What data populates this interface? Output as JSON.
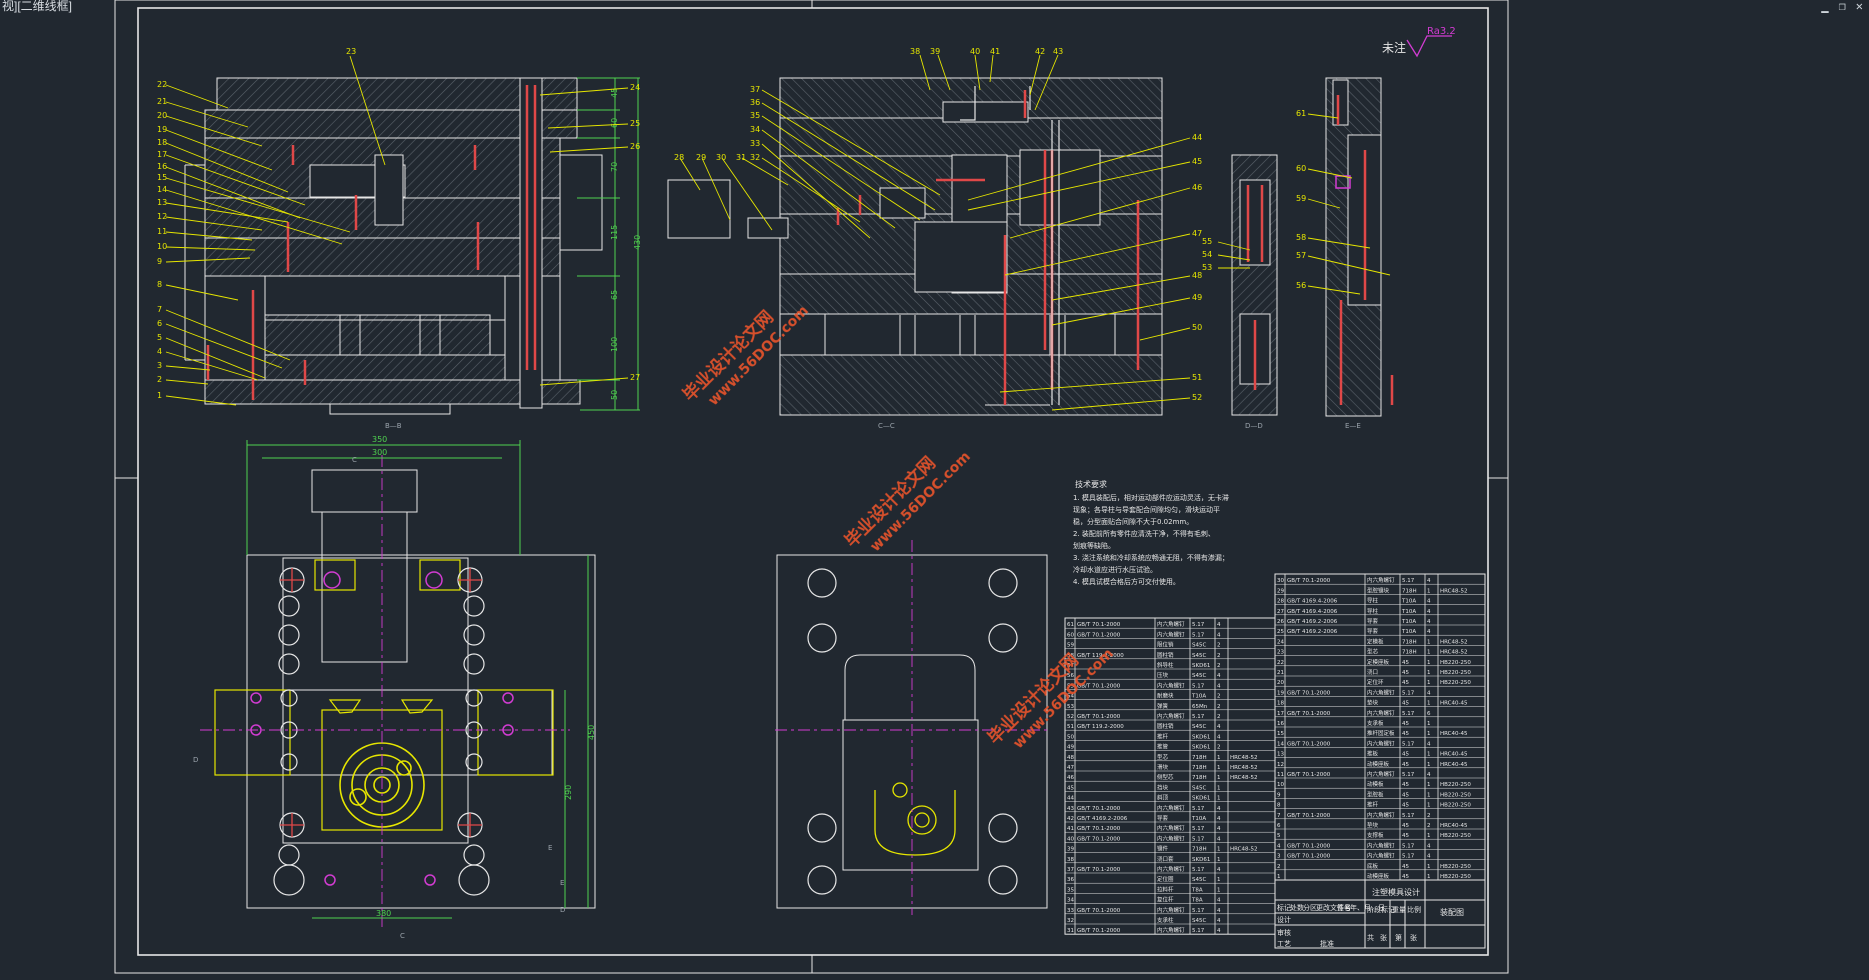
{
  "viewport": {
    "label": "视][二维线框]"
  },
  "window_controls": {
    "minimize": "▁",
    "restore": "❐",
    "close": "✕"
  },
  "colors": {
    "background": "#212830",
    "frame": "#e6e6e6",
    "leader": "#e6e600",
    "dimension": "#4fd24f",
    "centerline": "#d23cd2",
    "red_part": "#e04848",
    "cyan": "#39d0d8",
    "watermark": "#e8542c"
  },
  "roughness": {
    "label": "未注",
    "value": "Ra3.2"
  },
  "section_labels": {
    "b": "B—B",
    "c": "C—C",
    "d": "D—D",
    "e": "E—E"
  },
  "view1": {
    "left_callouts": [
      "22",
      "21",
      "20",
      "19",
      "18",
      "17",
      "16",
      "15",
      "14",
      "13",
      "12",
      "11",
      "10",
      "9",
      "8",
      "7",
      "6",
      "5",
      "4",
      "3",
      "2",
      "1"
    ],
    "top_callout": "23",
    "right_callouts": [
      "24",
      "25",
      "26",
      "27"
    ],
    "dims": [
      "45",
      "60",
      "70",
      "115",
      "430",
      "65",
      "100",
      "50"
    ]
  },
  "view2": {
    "top_callouts": [
      "38",
      "39",
      "40",
      "41",
      "42",
      "43"
    ],
    "left_callouts": [
      "37",
      "36",
      "35",
      "34",
      "33",
      "32",
      "31",
      "30",
      "29",
      "28"
    ],
    "right_callouts": [
      "44",
      "45",
      "46",
      "47",
      "48",
      "49",
      "50",
      "51",
      "52"
    ]
  },
  "view3": {
    "callouts": [
      "55",
      "54",
      "53"
    ]
  },
  "view4": {
    "callouts": [
      "61",
      "60",
      "59",
      "58",
      "57",
      "56"
    ]
  },
  "plan_view": {
    "dims": {
      "top1": "350",
      "top2": "300",
      "right1": "450",
      "right2": "290",
      "bottom": "380"
    },
    "section_marks": [
      "C",
      "C",
      "D",
      "D",
      "E",
      "E"
    ]
  },
  "technical_requirements": {
    "title": "技术要求",
    "lines": [
      "1. 模具装配后，相对运动部件应运动灵活，无卡滞",
      "现象；各导柱与导套配合间隙均匀，滑块运动平",
      "稳，分型面贴合间隙不大于0.02mm。",
      "2. 装配前所有零件应清洗干净，不得有毛刺、",
      "划痕等缺陷。",
      "3. 浇注系统和冷却系统应畅通无阻，不得有渗漏；",
      "冷却水道应进行水压试验。",
      "4. 模具试模合格后方可交付使用。"
    ]
  },
  "parts_table_left": {
    "rows": [
      [
        "61",
        "GB/T 70.1-2000",
        "内六角螺钉",
        "5.17",
        "4",
        ""
      ],
      [
        "60",
        "GB/T 70.1-2000",
        "内六角螺钉",
        "5.17",
        "4",
        ""
      ],
      [
        "59",
        "",
        "限位销",
        "S45C",
        "2",
        ""
      ],
      [
        "58",
        "GB/T 119.2-2000",
        "圆柱销",
        "S45C",
        "2",
        ""
      ],
      [
        "57",
        "",
        "斜导柱",
        "SKD61",
        "2",
        ""
      ],
      [
        "56",
        "",
        "压块",
        "S45C",
        "4",
        ""
      ],
      [
        "55",
        "GB/T 70.1-2000",
        "内六角螺钉",
        "5.17",
        "4",
        ""
      ],
      [
        "54",
        "",
        "耐磨块",
        "T10A",
        "2",
        ""
      ],
      [
        "53",
        "",
        "弹簧",
        "65Mn",
        "2",
        ""
      ],
      [
        "52",
        "GB/T 70.1-2000",
        "内六角螺钉",
        "5.17",
        "2",
        ""
      ],
      [
        "51",
        "GB/T 119.2-2000",
        "圆柱销",
        "S45C",
        "4",
        ""
      ],
      [
        "50",
        "",
        "推杆",
        "SKD61",
        "4",
        ""
      ],
      [
        "49",
        "",
        "推管",
        "SKD61",
        "2",
        ""
      ],
      [
        "48",
        "",
        "型芯",
        "718H",
        "1",
        "HRC48-52"
      ],
      [
        "47",
        "",
        "滑块",
        "718H",
        "1",
        "HRC48-52"
      ],
      [
        "46",
        "",
        "侧型芯",
        "718H",
        "1",
        "HRC48-52"
      ],
      [
        "45",
        "",
        "挡块",
        "S45C",
        "1",
        ""
      ],
      [
        "44",
        "",
        "斜顶",
        "SKD61",
        "1",
        ""
      ],
      [
        "43",
        "GB/T 70.1-2000",
        "内六角螺钉",
        "5.17",
        "4",
        ""
      ],
      [
        "42",
        "GB/T 4169.2-2006",
        "导套",
        "T10A",
        "4",
        ""
      ],
      [
        "41",
        "GB/T 70.1-2000",
        "内六角螺钉",
        "5.17",
        "4",
        ""
      ],
      [
        "40",
        "GB/T 70.1-2000",
        "内六角螺钉",
        "5.17",
        "4",
        ""
      ],
      [
        "39",
        "",
        "镶件",
        "718H",
        "1",
        "HRC48-52"
      ],
      [
        "38",
        "",
        "浇口套",
        "SKD61",
        "1",
        ""
      ],
      [
        "37",
        "GB/T 70.1-2000",
        "内六角螺钉",
        "5.17",
        "4",
        ""
      ],
      [
        "36",
        "",
        "定位圈",
        "S45C",
        "1",
        ""
      ],
      [
        "35",
        "",
        "拉料杆",
        "T8A",
        "1",
        ""
      ],
      [
        "34",
        "",
        "复位杆",
        "T8A",
        "4",
        ""
      ],
      [
        "33",
        "GB/T 70.1-2000",
        "内六角螺钉",
        "5.17",
        "4",
        ""
      ],
      [
        "32",
        "",
        "支承柱",
        "S45C",
        "4",
        ""
      ],
      [
        "31",
        "GB/T 70.1-2000",
        "内六角螺钉",
        "5.17",
        "4",
        ""
      ]
    ]
  },
  "parts_table_right": {
    "rows": [
      [
        "30",
        "GB/T 70.1-2000",
        "内六角螺钉",
        "5.17",
        "4",
        ""
      ],
      [
        "29",
        "",
        "型腔镶块",
        "718H",
        "1",
        "HRC48-52"
      ],
      [
        "28",
        "GB/T 4169.4-2006",
        "导柱",
        "T10A",
        "4",
        ""
      ],
      [
        "27",
        "GB/T 4169.4-2006",
        "导柱",
        "T10A",
        "4",
        ""
      ],
      [
        "26",
        "GB/T 4169.2-2006",
        "导套",
        "T10A",
        "4",
        ""
      ],
      [
        "25",
        "GB/T 4169.2-2006",
        "导套",
        "T10A",
        "4",
        ""
      ],
      [
        "24",
        "",
        "定模板",
        "718H",
        "1",
        "HRC48-52"
      ],
      [
        "23",
        "",
        "型芯",
        "718H",
        "1",
        "HRC48-52"
      ],
      [
        "22",
        "",
        "定模座板",
        "45",
        "1",
        "HB220-250"
      ],
      [
        "21",
        "",
        "浇口",
        "45",
        "1",
        "HB220-250"
      ],
      [
        "20",
        "",
        "定位环",
        "45",
        "1",
        "HB220-250"
      ],
      [
        "19",
        "GB/T 70.1-2000",
        "内六角螺钉",
        "5.17",
        "4",
        ""
      ],
      [
        "18",
        "",
        "垫块",
        "45",
        "1",
        "HRC40-45"
      ],
      [
        "17",
        "GB/T 70.1-2000",
        "内六角螺钉",
        "5.17",
        "6",
        ""
      ],
      [
        "16",
        "",
        "支承板",
        "45",
        "1",
        ""
      ],
      [
        "15",
        "",
        "推杆固定板",
        "45",
        "1",
        "HRC40-45"
      ],
      [
        "14",
        "GB/T 70.1-2000",
        "内六角螺钉",
        "5.17",
        "4",
        ""
      ],
      [
        "13",
        "",
        "推板",
        "45",
        "1",
        "HRC40-45"
      ],
      [
        "12",
        "",
        "动模座板",
        "45",
        "1",
        "HRC40-45"
      ],
      [
        "11",
        "GB/T 70.1-2000",
        "内六角螺钉",
        "5.17",
        "4",
        ""
      ],
      [
        "10",
        "",
        "动模板",
        "45",
        "1",
        "HB220-250"
      ],
      [
        "9",
        "",
        "型腔板",
        "45",
        "1",
        "HB220-250"
      ],
      [
        "8",
        "",
        "推杆",
        "45",
        "1",
        "HB220-250"
      ],
      [
        "7",
        "GB/T 70.1-2000",
        "内六角螺钉",
        "5.17",
        "2",
        ""
      ],
      [
        "6",
        "",
        "垫块",
        "45",
        "2",
        "HRC40-45"
      ],
      [
        "5",
        "",
        "支撑板",
        "45",
        "1",
        "HB220-250"
      ],
      [
        "4",
        "GB/T 70.1-2000",
        "内六角螺钉",
        "5.17",
        "4",
        ""
      ],
      [
        "3",
        "GB/T 70.1-2000",
        "内六角螺钉",
        "5.17",
        "4",
        ""
      ],
      [
        "2",
        "",
        "底板",
        "45",
        "1",
        "HB220-250"
      ],
      [
        "1",
        "",
        "动模座板",
        "45",
        "1",
        "HB220-250"
      ]
    ],
    "title_block": {
      "drawing_name": "注塑模具设计",
      "drawing_type": "装配图",
      "header": [
        "标记",
        "处数",
        "分区",
        "更改文件号",
        "签名",
        "年、月、日"
      ],
      "roles": [
        "设计",
        "审核",
        "工艺",
        "批准"
      ],
      "stage": [
        "阶段标记",
        "重量",
        "比例"
      ],
      "sheet": [
        "共",
        "张",
        "第",
        "张"
      ]
    }
  },
  "watermarks": [
    {
      "line1": "毕业设计论文网",
      "line2": "www.56DOC.com"
    },
    {
      "line1": "毕业设计论文网",
      "line2": "www.56DOC.com"
    },
    {
      "line1": "毕业设计论文网",
      "line2": "www.56DOC.com"
    }
  ]
}
